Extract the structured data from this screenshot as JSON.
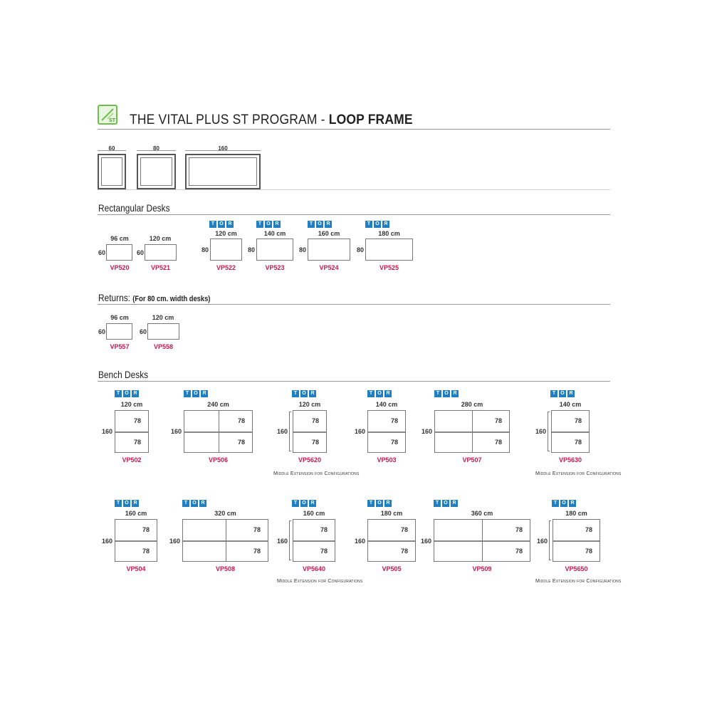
{
  "header": {
    "logo_text": "ST",
    "title_regular": "THE VITAL PLUS ST PROGRAM - ",
    "title_bold": "LOOP FRAME"
  },
  "frames": {
    "widths": [
      "60",
      "80",
      "160"
    ]
  },
  "rectangular": {
    "heading": "Rectangular Desks",
    "tor": [
      "T",
      "O",
      "R"
    ],
    "items": [
      {
        "width": "96 cm",
        "depth": "60",
        "code": "VP520"
      },
      {
        "width": "120 cm",
        "depth": "60",
        "code": "VP521"
      },
      {
        "width": "120 cm",
        "depth": "80",
        "code": "VP522"
      },
      {
        "width": "140 cm",
        "depth": "80",
        "code": "VP523"
      },
      {
        "width": "160 cm",
        "depth": "80",
        "code": "VP524"
      },
      {
        "width": "180 cm",
        "depth": "80",
        "code": "VP525"
      }
    ]
  },
  "returns": {
    "heading": "Returns:",
    "note": "(For 80 cm. width desks)",
    "items": [
      {
        "width": "96 cm",
        "depth": "60",
        "code": "VP557"
      },
      {
        "width": "120 cm",
        "depth": "60",
        "code": "VP558"
      }
    ]
  },
  "bench": {
    "heading": "Bench Desks",
    "middle_note": "Middle Extension for Configurations",
    "row1": [
      {
        "width": "120 cm",
        "depth": "160",
        "v1": "78",
        "v2": "78",
        "code": "VP502"
      },
      {
        "width": "240 cm",
        "depth": "160",
        "v1": "78",
        "v2": "78",
        "code": "VP506"
      },
      {
        "width": "120 cm",
        "depth": "160",
        "v1": "78",
        "v2": "78",
        "code": "VP5620"
      },
      {
        "width": "140 cm",
        "depth": "160",
        "v1": "78",
        "v2": "78",
        "code": "VP503"
      },
      {
        "width": "280 cm",
        "depth": "160",
        "v1": "78",
        "v2": "78",
        "code": "VP507"
      },
      {
        "width": "140 cm",
        "depth": "160",
        "v1": "78",
        "v2": "78",
        "code": "VP5630"
      }
    ],
    "row2": [
      {
        "width": "160 cm",
        "depth": "160",
        "v1": "78",
        "v2": "78",
        "code": "VP504"
      },
      {
        "width": "320 cm",
        "depth": "160",
        "v1": "78",
        "v2": "78",
        "code": "VP508"
      },
      {
        "width": "160 cm",
        "depth": "160",
        "v1": "78",
        "v2": "78",
        "code": "VP5640"
      },
      {
        "width": "180 cm",
        "depth": "160",
        "v1": "78",
        "v2": "78",
        "code": "VP505"
      },
      {
        "width": "360 cm",
        "depth": "160",
        "v1": "78",
        "v2": "78",
        "code": "VP509"
      },
      {
        "width": "180 cm",
        "depth": "160",
        "v1": "78",
        "v2": "78",
        "code": "VP5650"
      }
    ]
  }
}
